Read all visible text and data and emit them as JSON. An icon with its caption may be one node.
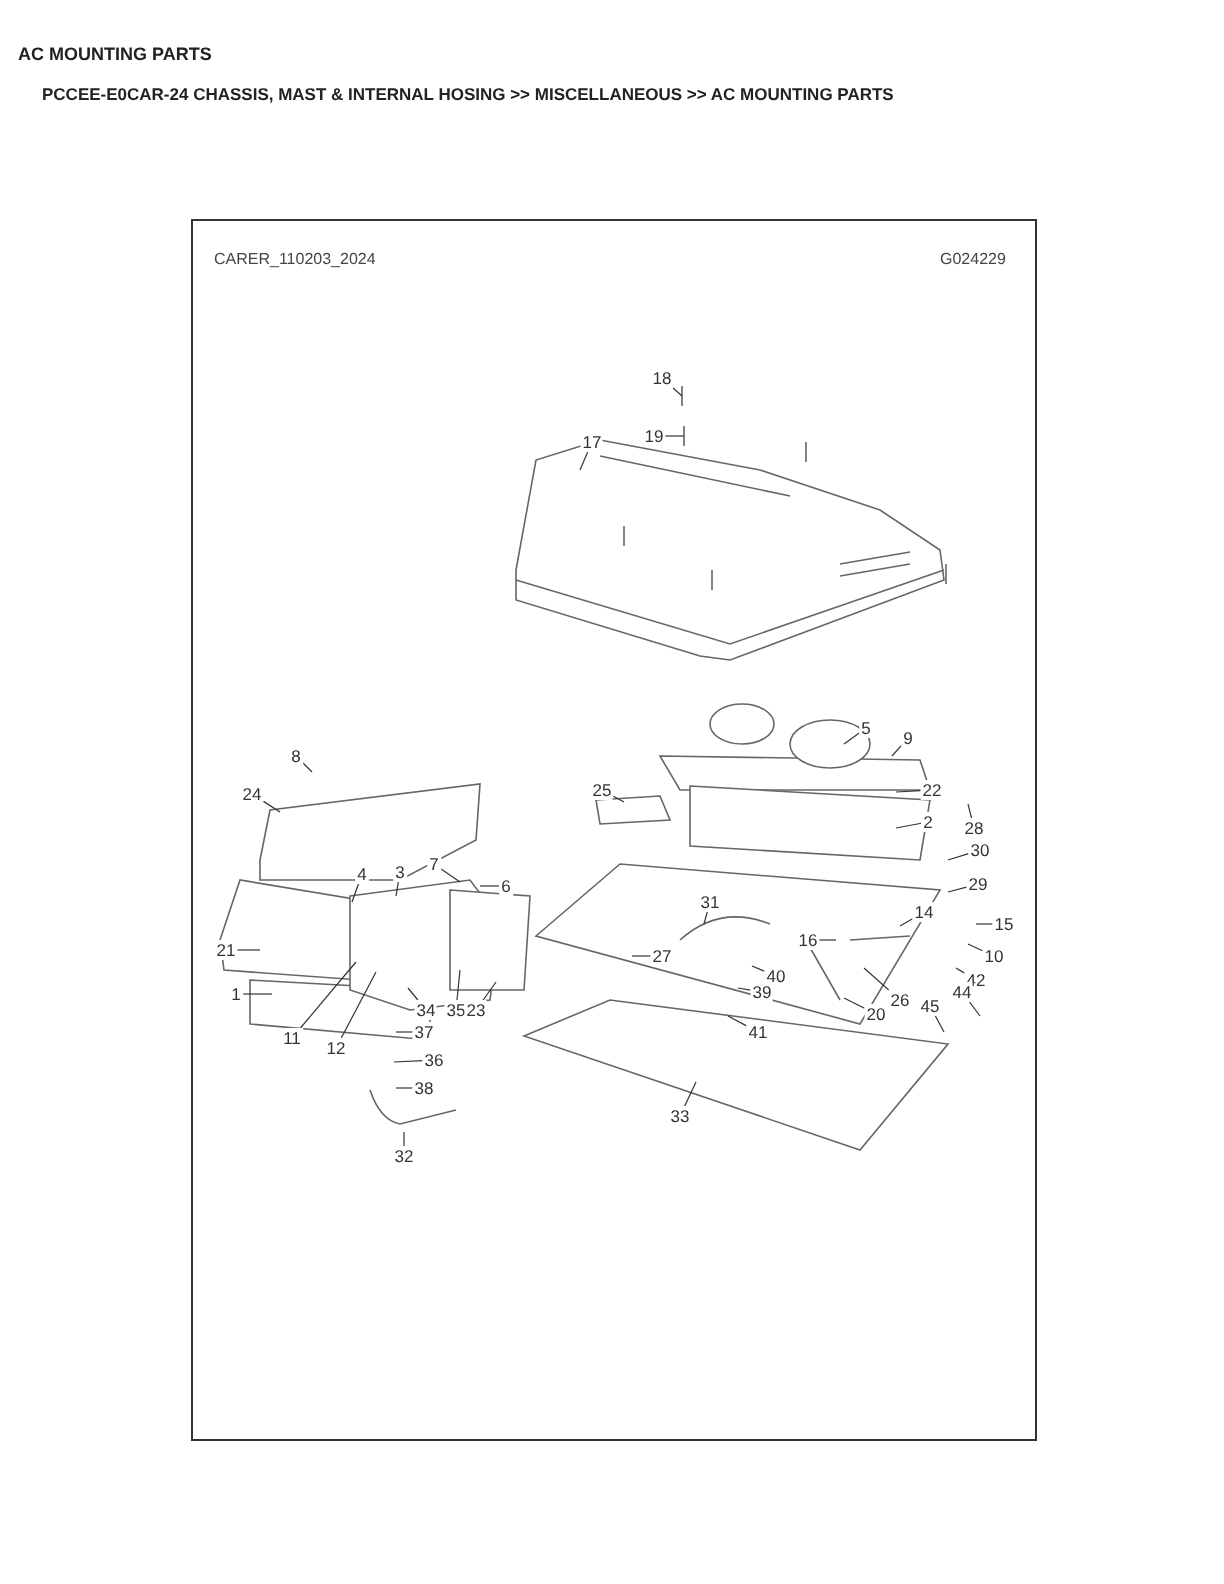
{
  "diagram": {
    "title": "AC MOUNTING PARTS",
    "nodes": [
      {
        "text": [
          "18"
        ]
      },
      {
        "text": [
          "19"
        ]
      },
      {
        "text": [
          "17"
        ]
      },
      {
        "text": [
          "8"
        ]
      },
      {
        "text": [
          "5"
        ]
      },
      {
        "text": [
          "9"
        ]
      },
      {
        "text": [
          "24"
        ]
      },
      {
        "text": [
          "22"
        ]
      },
      {
        "text": [
          "25"
        ]
      },
      {
        "text": [
          "2"
        ]
      },
      {
        "text": [
          "28"
        ]
      },
      {
        "text": [
          "7"
        ]
      },
      {
        "text": [
          "3"
        ]
      },
      {
        "text": [
          "4"
        ]
      },
      {
        "text": [
          "6"
        ]
      },
      {
        "text": [
          "30"
        ]
      },
      {
        "text": [
          "29"
        ]
      },
      {
        "text": [
          "31"
        ]
      },
      {
        "text": [
          "14"
        ]
      },
      {
        "text": [
          "15"
        ]
      },
      {
        "text": [
          "21"
        ]
      },
      {
        "text": [
          "16"
        ]
      },
      {
        "text": [
          "10"
        ]
      },
      {
        "text": [
          "27"
        ]
      },
      {
        "text": [
          "42"
        ]
      },
      {
        "text": [
          "40"
        ]
      },
      {
        "text": [
          "1"
        ]
      },
      {
        "text": [
          "44"
        ]
      },
      {
        "text": [
          "39"
        ]
      },
      {
        "text": [
          "34"
        ]
      },
      {
        "text": [
          "35"
        ]
      },
      {
        "text": [
          "23"
        ]
      },
      {
        "text": [
          "26"
        ]
      },
      {
        "text": [
          "45"
        ]
      },
      {
        "text": [
          "20"
        ]
      },
      {
        "text": [
          "41"
        ]
      },
      {
        "text": [
          "37"
        ]
      },
      {
        "text": [
          "11"
        ]
      },
      {
        "text": [
          "12"
        ]
      },
      {
        "text": [
          "36"
        ]
      },
      {
        "text": [
          "38"
        ]
      },
      {
        "text": [
          "33"
        ]
      },
      {
        "text": [
          "32"
        ]
      }
    ],
    "edges": [
      {
        "from": 0,
        "to": null,
        "arrow": "none"
      },
      {
        "from": 1,
        "to": null,
        "arrow": "none"
      },
      {
        "from": 2,
        "to": null,
        "arrow": "none"
      },
      {
        "from": 3,
        "to": null,
        "arrow": "none"
      },
      {
        "from": 4,
        "to": null,
        "arrow": "none"
      },
      {
        "from": 5,
        "to": null,
        "arrow": "none"
      },
      {
        "from": 6,
        "to": null,
        "arrow": "none"
      },
      {
        "from": 7,
        "to": null,
        "arrow": "none"
      },
      {
        "from": 8,
        "to": null,
        "arrow": "none"
      },
      {
        "from": 9,
        "to": null,
        "arrow": "none"
      },
      {
        "from": 10,
        "to": null,
        "arrow": "none"
      },
      {
        "from": 11,
        "to": null,
        "arrow": "none"
      },
      {
        "from": 12,
        "to": null,
        "arrow": "none"
      },
      {
        "from": 13,
        "to": null,
        "arrow": "none"
      },
      {
        "from": 14,
        "to": null,
        "arrow": "none"
      },
      {
        "from": 15,
        "to": null,
        "arrow": "none"
      },
      {
        "from": 16,
        "to": null,
        "arrow": "none"
      },
      {
        "from": 17,
        "to": null,
        "arrow": "none"
      },
      {
        "from": 18,
        "to": null,
        "arrow": "none"
      },
      {
        "from": 19,
        "to": null,
        "arrow": "none"
      },
      {
        "from": 20,
        "to": null,
        "arrow": "none"
      },
      {
        "from": 21,
        "to": null,
        "arrow": "none"
      },
      {
        "from": 22,
        "to": null,
        "arrow": "none"
      },
      {
        "from": 23,
        "to": null,
        "arrow": "none"
      },
      {
        "from": 24,
        "to": null,
        "arrow": "none"
      },
      {
        "from": 25,
        "to": null,
        "arrow": "none"
      },
      {
        "from": 26,
        "to": null,
        "arrow": "none"
      },
      {
        "from": 27,
        "to": null,
        "arrow": "none"
      },
      {
        "from": 28,
        "to": null,
        "arrow": "none"
      },
      {
        "from": 29,
        "to": null,
        "arrow": "none"
      },
      {
        "from": 30,
        "to": null,
        "arrow": "none"
      },
      {
        "from": 31,
        "to": null,
        "arrow": "none"
      },
      {
        "from": 32,
        "to": null,
        "arrow": "none"
      },
      {
        "from": 33,
        "to": null,
        "arrow": "none"
      },
      {
        "from": 34,
        "to": null,
        "arrow": "none"
      },
      {
        "from": 35,
        "to": null,
        "arrow": "none"
      },
      {
        "from": 36,
        "to": null,
        "arrow": "none"
      },
      {
        "from": 37,
        "to": null,
        "arrow": "none"
      },
      {
        "from": 38,
        "to": null,
        "arrow": "none"
      },
      {
        "from": 39,
        "to": null,
        "arrow": "none"
      },
      {
        "from": 40,
        "to": null,
        "arrow": "none"
      },
      {
        "from": 41,
        "to": null,
        "arrow": "none"
      },
      {
        "from": 42,
        "to": null,
        "arrow": "none"
      }
    ],
    "labels": [
      "PCCEE-E0CAR-24 CHASSIS, MAST & INTERNAL HOSING >> MISCELLANEOUS >> AC MOUNTING PARTS",
      "CARER_110203_2024",
      "G024229"
    ]
  }
}
